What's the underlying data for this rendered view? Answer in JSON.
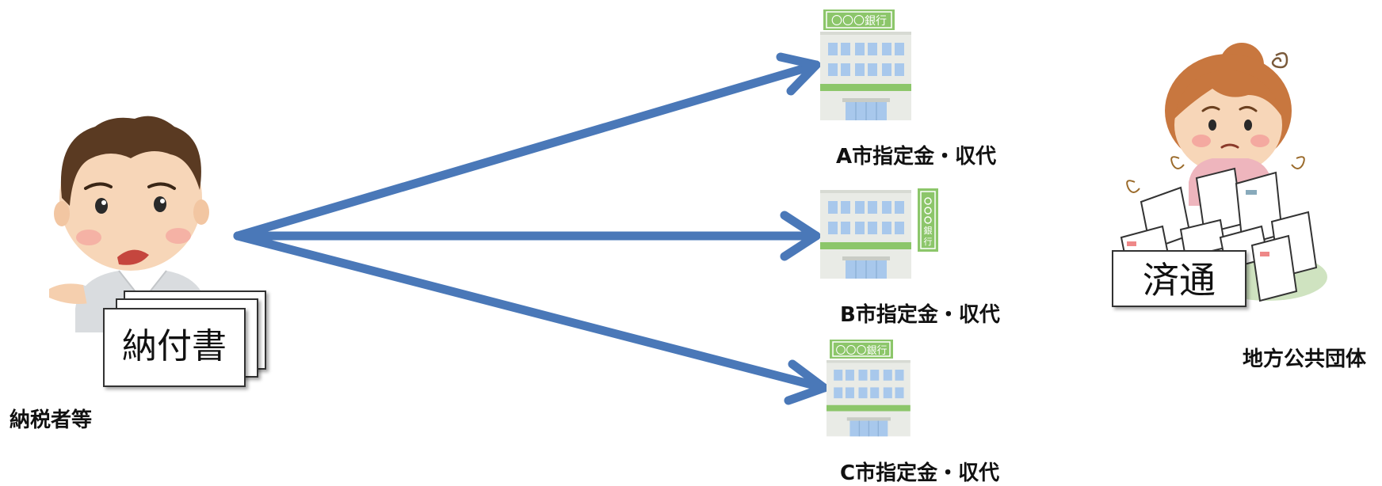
{
  "taxpayer": {
    "label": "納税者等",
    "document_label": "納付書"
  },
  "banks": [
    {
      "sign": "〇〇〇銀行",
      "label": "A市指定金・収代"
    },
    {
      "sign": "〇〇〇銀行",
      "label": "B市指定金・収代"
    },
    {
      "sign": "〇〇〇銀行",
      "label": "C市指定金・収代"
    }
  ],
  "local_government": {
    "label": "地方公共団体",
    "settlement_label": "済通"
  },
  "colors": {
    "arrow": "#4a78b8",
    "bank_green": "#8cc66a",
    "bank_wall": "#e9ebe6",
    "bank_window": "#a8c8ec",
    "paper": "#ffffff"
  }
}
